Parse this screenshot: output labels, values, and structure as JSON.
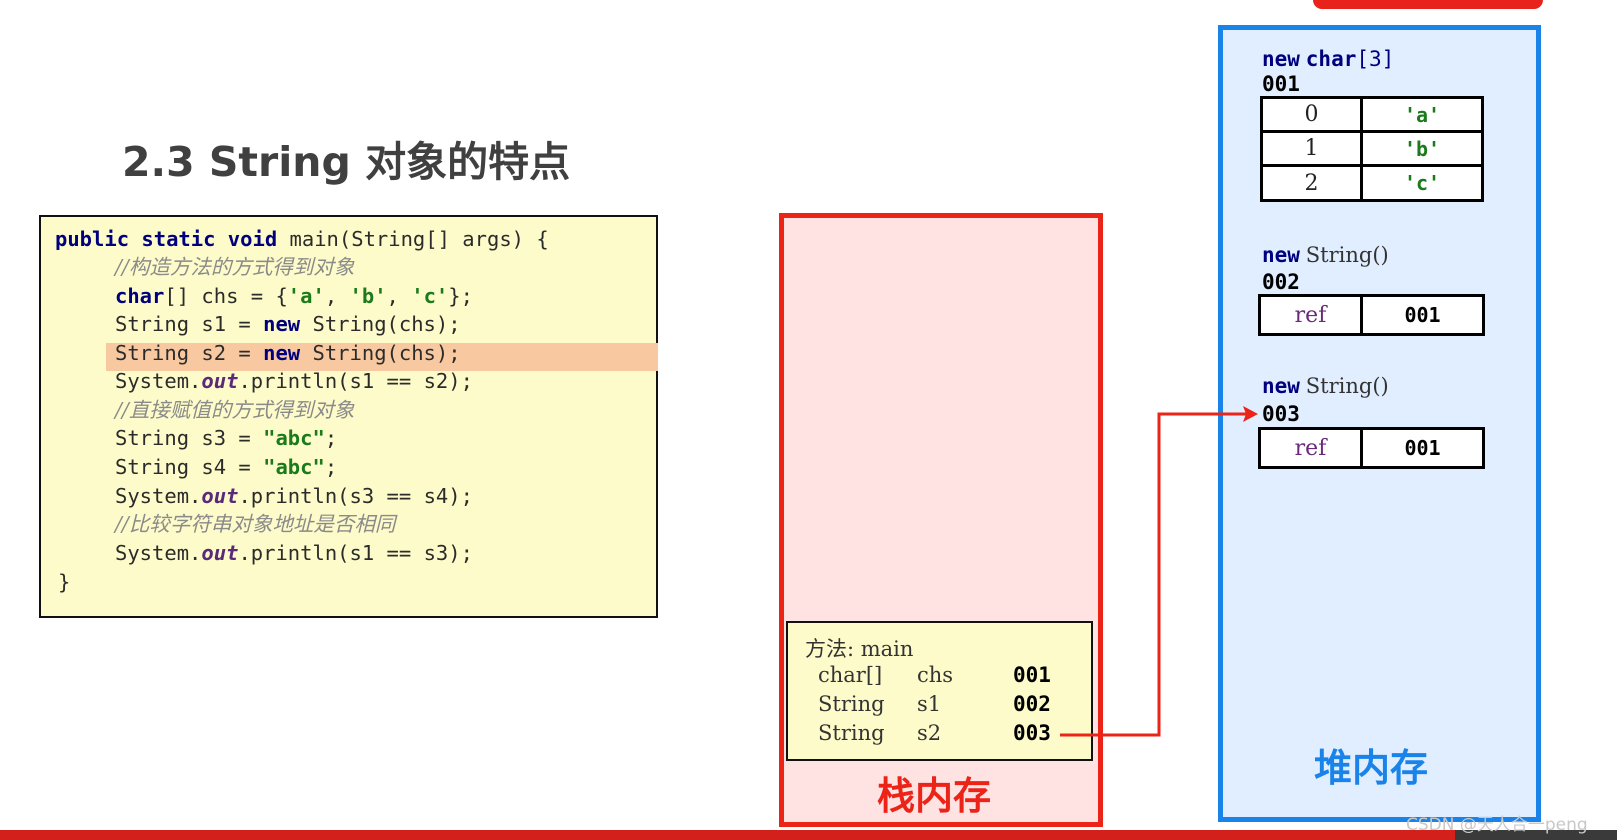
{
  "title": "2.3 String 对象的特点",
  "code": {
    "line1": {
      "kw": "public static void",
      "rest": " main(String[] args) {"
    },
    "line2": "//构造方法的方式得到对象",
    "line3": {
      "kw": "char",
      "mid": "[] chs = {",
      "a": "'a'",
      "sep1": ", ",
      "b": "'b'",
      "sep2": ", ",
      "c": "'c'",
      "end": "};"
    },
    "line4": {
      "pre": "String s1 = ",
      "kw": "new",
      "post": " String(chs);"
    },
    "line5": {
      "pre": "String s2 = ",
      "kw": "new",
      "post": " String(chs);"
    },
    "line6": {
      "pre": "System.",
      "field": "out",
      "post": ".println(s1 == s2);"
    },
    "line7": "//直接赋值的方式得到对象",
    "line8": {
      "pre": "String s3 = ",
      "str": "\"abc\"",
      "post": ";"
    },
    "line9": {
      "pre": "String s4 = ",
      "str": "\"abc\"",
      "post": ";"
    },
    "line10": {
      "pre": "System.",
      "field": "out",
      "post": ".println(s3 == s4);"
    },
    "line11": "//比较字符串对象地址是否相同",
    "line12": {
      "pre": "System.",
      "field": "out",
      "post": ".println(s1 == s3);"
    },
    "line13": "}"
  },
  "stack": {
    "label": "栈内存",
    "frame_title": "方法: main",
    "rows": [
      {
        "type": "char[]",
        "name": "chs",
        "addr": "001"
      },
      {
        "type": "String",
        "name": "s1",
        "addr": "002"
      },
      {
        "type": "String",
        "name": "s2",
        "addr": "003"
      }
    ]
  },
  "heap": {
    "label": "堆内存",
    "obj1": {
      "kw": "new",
      "cls": "char",
      "arr": "[3]",
      "addr": "001",
      "rows": [
        {
          "i": "0",
          "v": "'a'"
        },
        {
          "i": "1",
          "v": "'b'"
        },
        {
          "i": "2",
          "v": "'c'"
        }
      ]
    },
    "obj2": {
      "kw": "new",
      "cls": "String()",
      "addr": "002",
      "field": "ref",
      "value": "001"
    },
    "obj3": {
      "kw": "new",
      "cls": "String()",
      "addr": "003",
      "field": "ref",
      "value": "001"
    }
  },
  "colors": {
    "stack": "#ec2418",
    "heap": "#1a83ea",
    "code_bg": "#fdfbc9",
    "highlight": "#f8c9a1"
  },
  "watermark": "CSDN @天人合一peng"
}
